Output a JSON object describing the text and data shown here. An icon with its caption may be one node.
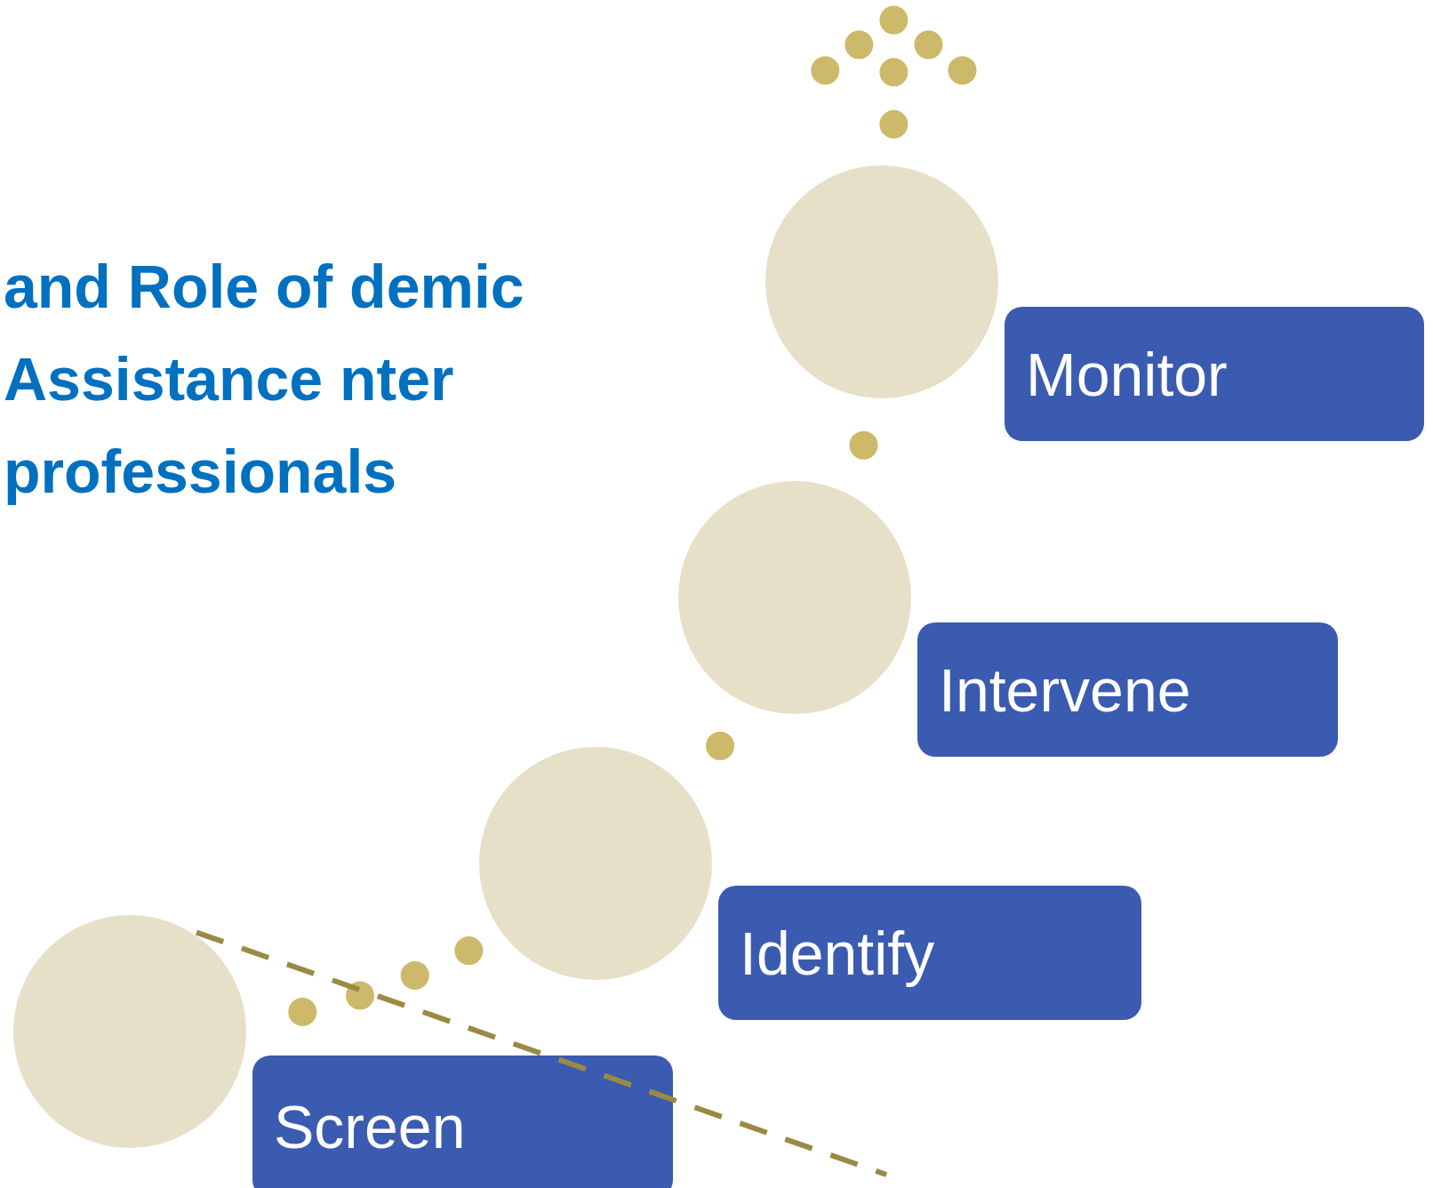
{
  "diagram": {
    "title": "and Role of demic Assistance nter professionals",
    "nodes": [
      {
        "text": [],
        "shape": "circle"
      },
      {
        "text": [
          "Monitor"
        ]
      },
      {
        "text": [],
        "shape": "circle"
      },
      {
        "text": [
          "Intervene"
        ]
      },
      {
        "text": [],
        "shape": "circle"
      },
      {
        "text": [
          "Identify"
        ]
      },
      {
        "text": [],
        "shape": "circle"
      },
      {
        "text": [
          "Screen"
        ]
      }
    ]
  }
}
